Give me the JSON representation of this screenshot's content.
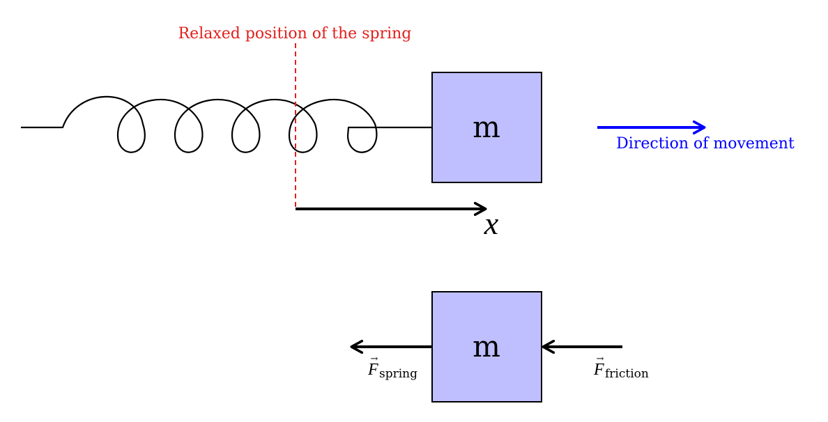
{
  "labels": {
    "relaxed_position": "Relaxed position of the spring",
    "direction": "Direction of movement",
    "mass_top": "m",
    "mass_bottom": "m",
    "axis_var": "x",
    "f_symbol": "F",
    "f_spring_sub": "spring",
    "f_friction_sub": "friction",
    "vec_arrow": "→"
  },
  "colors": {
    "relaxed_line": "#e0201c",
    "direction_arrow": "#0000ff",
    "mass_fill": "#bfbfff",
    "stroke": "#000000"
  }
}
